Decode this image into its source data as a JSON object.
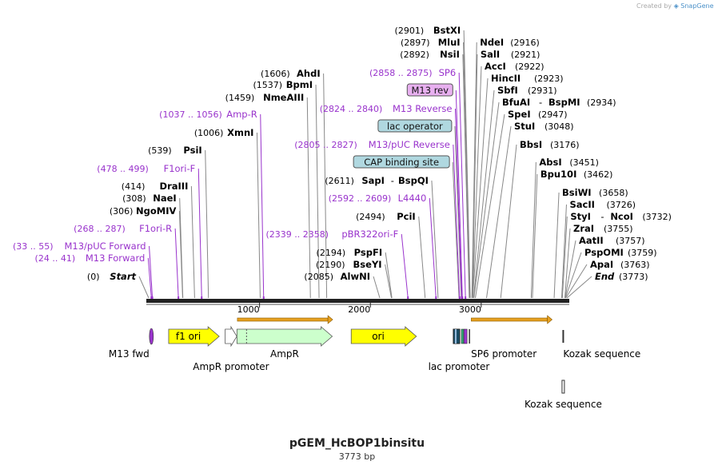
{
  "branding": {
    "credit_prefix": "Created by",
    "credit_brand": "SnapGene"
  },
  "plasmid": {
    "name": "pGEM_HcBOP1binsitu",
    "length_label": "3773 bp",
    "length": 3773
  },
  "colors": {
    "primer": "#9933cc",
    "enzyme": "#000000",
    "feature_yellow": "#ffff00",
    "feature_green": "#ccffcc",
    "orange_arrow": "#e6a020",
    "label_purple_bg": "#e8b0f0",
    "label_teal_bg": "#b0d8e0"
  },
  "ruler": {
    "ticks": [
      {
        "pos": 1000,
        "label": "1000"
      },
      {
        "pos": 2000,
        "label": "2000"
      },
      {
        "pos": 3000,
        "label": "3000"
      }
    ]
  },
  "left_labels": [
    {
      "pos": 0,
      "kind": "endpoint",
      "name": "Start",
      "coord": "(0)"
    },
    {
      "pos": 24,
      "kind": "primer",
      "name": "M13 Forward",
      "coord": "(24 .. 41)"
    },
    {
      "pos": 33,
      "kind": "primer",
      "name": "M13/pUC Forward",
      "coord": "(33 .. 55)"
    },
    {
      "pos": 268,
      "kind": "primer",
      "name": "F1ori-R",
      "coord": "(268 .. 287)"
    },
    {
      "pos": 306,
      "kind": "enzyme",
      "name": "NgoMIV",
      "coord": "(306)"
    },
    {
      "pos": 308,
      "kind": "enzyme",
      "name": "NaeI",
      "coord": "(308)"
    },
    {
      "pos": 414,
      "kind": "enzyme",
      "name": "DraIII",
      "coord": "(414)"
    },
    {
      "pos": 478,
      "kind": "primer",
      "name": "F1ori-F",
      "coord": "(478 .. 499)"
    },
    {
      "pos": 539,
      "kind": "enzyme",
      "name": "PsiI",
      "coord": "(539)"
    },
    {
      "pos": 1006,
      "kind": "enzyme",
      "name": "XmnI",
      "coord": "(1006)"
    },
    {
      "pos": 1037,
      "kind": "primer",
      "name": "Amp-R",
      "coord": "(1037 .. 1056)"
    },
    {
      "pos": 1459,
      "kind": "enzyme",
      "name": "NmeAIII",
      "coord": "(1459)"
    },
    {
      "pos": 1537,
      "kind": "enzyme",
      "name": "BpmI",
      "coord": "(1537)"
    },
    {
      "pos": 1606,
      "kind": "enzyme",
      "name": "AhdI",
      "coord": "(1606)"
    },
    {
      "pos": 2085,
      "kind": "enzyme",
      "name": "AlwNI",
      "coord": "(2085)"
    },
    {
      "pos": 2190,
      "kind": "enzyme",
      "name": "BseYI",
      "coord": "(2190)"
    },
    {
      "pos": 2194,
      "kind": "enzyme",
      "name": "PspFI",
      "coord": "(2194)"
    },
    {
      "pos": 2339,
      "kind": "primer",
      "name": "pBR322ori-F",
      "coord": "(2339 .. 2358)"
    },
    {
      "pos": 2494,
      "kind": "enzyme",
      "name": "PciI",
      "coord": "(2494)"
    },
    {
      "pos": 2592,
      "kind": "primer",
      "name": "L4440",
      "coord": "(2592 .. 2609)"
    },
    {
      "pos": 2611,
      "kind": "enzyme",
      "name": "SapI",
      "coord": "(2611)",
      "name2": "BspQI"
    },
    {
      "pos": 2800,
      "kind": "boxed",
      "name": "CAP binding site",
      "box": "teal"
    },
    {
      "pos": 2805,
      "kind": "primer",
      "name": "M13/pUC Reverse",
      "coord": "(2805 .. 2827)"
    },
    {
      "pos": 2820,
      "kind": "boxed",
      "name": "lac operator",
      "box": "teal"
    },
    {
      "pos": 2824,
      "kind": "primer",
      "name": "M13 Reverse",
      "coord": "(2824 .. 2840)"
    },
    {
      "pos": 2830,
      "kind": "boxed",
      "name": "M13 rev",
      "box": "purple"
    },
    {
      "pos": 2858,
      "kind": "primer",
      "name": "SP6",
      "coord": "(2858 .. 2875)"
    },
    {
      "pos": 2892,
      "kind": "enzyme",
      "name": "NsiI",
      "coord": "(2892)"
    },
    {
      "pos": 2897,
      "kind": "enzyme",
      "name": "MluI",
      "coord": "(2897)"
    },
    {
      "pos": 2901,
      "kind": "enzyme",
      "name": "BstXI",
      "coord": "(2901)"
    }
  ],
  "right_labels": [
    {
      "pos": 2916,
      "name": "NdeI",
      "coord": "(2916)"
    },
    {
      "pos": 2921,
      "name": "SalI",
      "coord": "(2921)"
    },
    {
      "pos": 2922,
      "name": "AccI",
      "coord": "(2922)"
    },
    {
      "pos": 2923,
      "name": "HincII",
      "coord": "(2923)"
    },
    {
      "pos": 2931,
      "name": "SbfI",
      "coord": "(2931)"
    },
    {
      "pos": 2934,
      "name": "BfuAI",
      "name2": "BspMI",
      "coord": "(2934)"
    },
    {
      "pos": 2947,
      "name": "SpeI",
      "coord": "(2947)"
    },
    {
      "pos": 3048,
      "name": "StuI",
      "coord": "(3048)"
    },
    {
      "pos": 3176,
      "name": "BbsI",
      "coord": "(3176)"
    },
    {
      "pos": 3451,
      "name": "AbsI",
      "coord": "(3451)"
    },
    {
      "pos": 3462,
      "name": "Bpu10I",
      "coord": "(3462)"
    },
    {
      "pos": 3658,
      "name": "BsiWI",
      "coord": "(3658)"
    },
    {
      "pos": 3726,
      "name": "SacII",
      "coord": "(3726)"
    },
    {
      "pos": 3732,
      "name": "StyI",
      "name2": "NcoI",
      "coord": "(3732)"
    },
    {
      "pos": 3755,
      "name": "ZraI",
      "coord": "(3755)"
    },
    {
      "pos": 3757,
      "name": "AatII",
      "coord": "(3757)"
    },
    {
      "pos": 3759,
      "name": "PspOMI",
      "coord": "(3759)"
    },
    {
      "pos": 3763,
      "name": "ApaI",
      "coord": "(3763)"
    },
    {
      "pos": 3773,
      "name": "End",
      "coord": "(3773)",
      "endpoint": true
    }
  ],
  "features": [
    {
      "name": "M13 fwd",
      "start": 24,
      "end": 41,
      "shape": "small",
      "color": "#9933cc",
      "label": "M13 fwd"
    },
    {
      "name": "f1 ori",
      "start": 180,
      "end": 636,
      "shape": "arrow",
      "color": "#ffff00",
      "label": "f1 ori",
      "label_inside": true
    },
    {
      "name": "AmpR promoter",
      "start": 690,
      "end": 795,
      "shape": "arrow",
      "color": "#ffffff",
      "label": "AmpR promoter"
    },
    {
      "name": "AmpR",
      "start": 796,
      "end": 1656,
      "shape": "arrow",
      "color": "#ccffcc",
      "label": "AmpR"
    },
    {
      "name": "ori",
      "start": 1827,
      "end": 2415,
      "shape": "arrow",
      "color": "#ffff00",
      "label": "ori",
      "label_inside": true
    },
    {
      "name": "lac promoter",
      "start": 2770,
      "end": 2800,
      "shape": "block",
      "color": "#1a4d66",
      "label": "lac promoter"
    },
    {
      "name": "SP6 promoter",
      "start": 2858,
      "end": 2875,
      "shape": "small",
      "color": "#9933cc",
      "label": "SP6 promoter"
    },
    {
      "name": "Kozak sequence",
      "start": 3740,
      "end": 3750,
      "shape": "tick",
      "color": "#333333",
      "label": "Kozak sequence"
    },
    {
      "name": "Kozak sequence 2",
      "start": 3740,
      "end": 3750,
      "shape": "tick2",
      "color": "#333333",
      "label": "Kozak sequence"
    }
  ],
  "orange_arrows": [
    {
      "start": 800,
      "end": 1660
    },
    {
      "start": 2910,
      "end": 3640
    }
  ]
}
